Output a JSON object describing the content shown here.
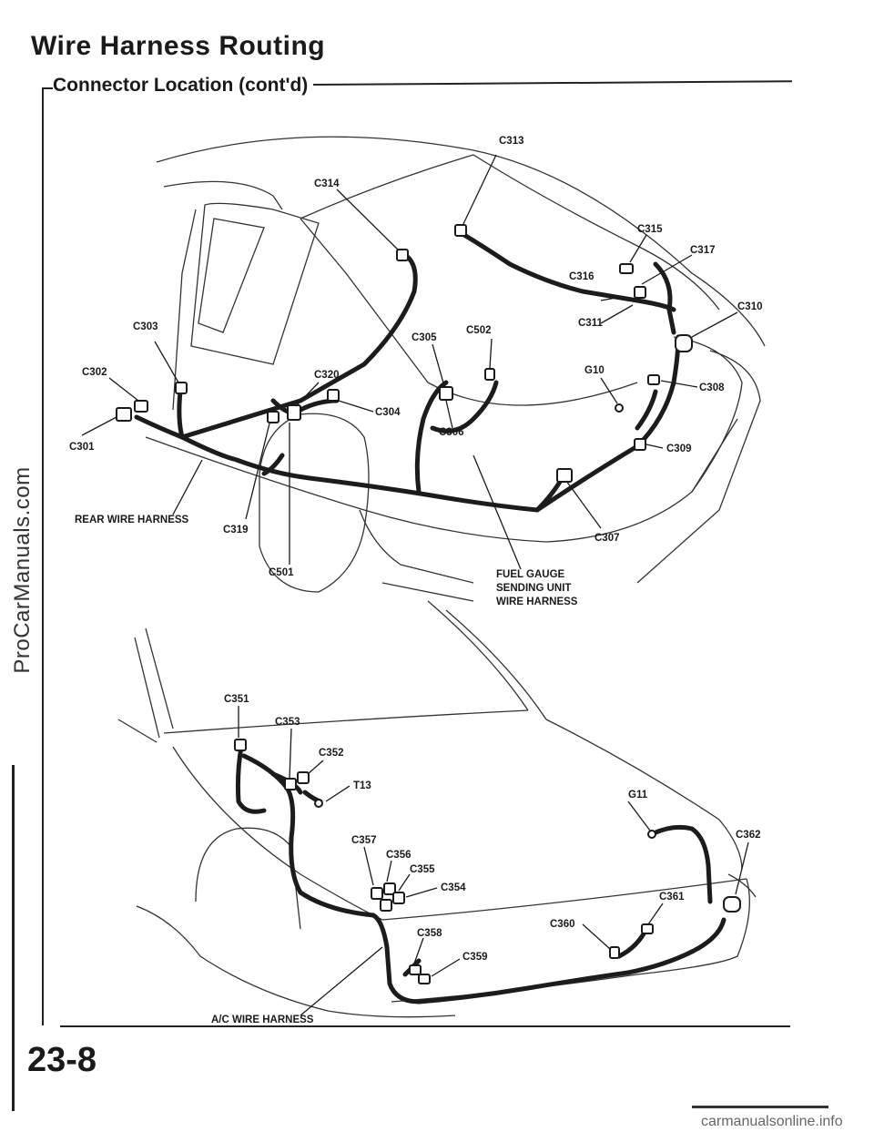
{
  "page": {
    "title": "Wire Harness Routing",
    "subtitle": "Connector Location (cont'd)",
    "page_number": "23-8",
    "side_watermark": "ProCarManuals.com",
    "footer_watermark": "carmanualsonline.info"
  },
  "rear_diagram": {
    "labels": {
      "c313": "C313",
      "c314": "C314",
      "c315": "C315",
      "c317": "C317",
      "c316": "C316",
      "c310": "C310",
      "c311": "C311",
      "c303": "C303",
      "c305": "C305",
      "c502": "C502",
      "g10": "G10",
      "c302": "C302",
      "c320": "C320",
      "c308": "C308",
      "c304": "C304",
      "c306": "C306",
      "c301": "C301",
      "c309": "C309",
      "rear_harness": "REAR WIRE HARNESS",
      "c319": "C319",
      "c307": "C307",
      "c501": "C501",
      "fuel_1": "FUEL GAUGE",
      "fuel_2": "SENDING UNIT",
      "fuel_3": "WIRE HARNESS"
    }
  },
  "front_diagram": {
    "labels": {
      "c351": "C351",
      "c353": "C353",
      "c352": "C352",
      "t13": "T13",
      "g11": "G11",
      "c362": "C362",
      "c357": "C357",
      "c356": "C356",
      "c355": "C355",
      "c354": "C354",
      "c361": "C361",
      "c360": "C360",
      "c358": "C358",
      "c359": "C359",
      "ac_harness": "A/C WIRE HARNESS"
    }
  }
}
